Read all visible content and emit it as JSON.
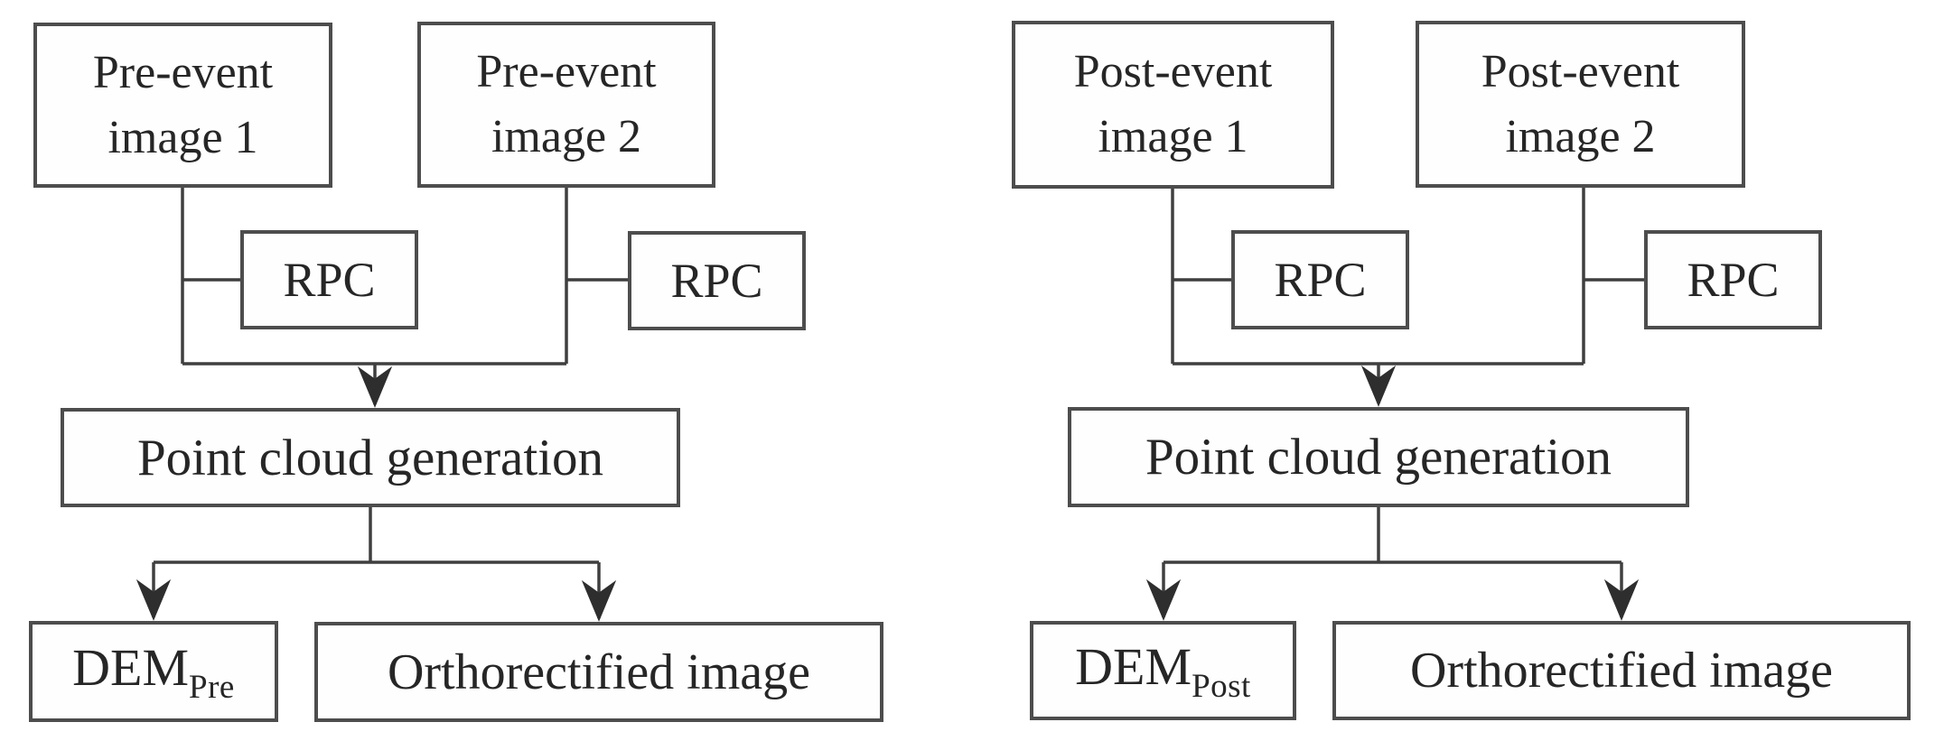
{
  "colors": {
    "background": "#ffffff",
    "box_fill": "#fefefe",
    "border": "#4d4d4d",
    "line": "#3f3f3f",
    "text": "#262626"
  },
  "left_flow": {
    "image1": {
      "line1": "Pre-event",
      "line2": "image 1"
    },
    "image2": {
      "line1": "Pre-event",
      "line2": "image 2"
    },
    "rpc1": "RPC",
    "rpc2": "RPC",
    "point_cloud": "Point cloud generation",
    "dem": {
      "main": "DEM",
      "sub": "Pre"
    },
    "ortho": "Orthorectified image"
  },
  "right_flow": {
    "image1": {
      "line1": "Post-event",
      "line2": "image 1"
    },
    "image2": {
      "line1": "Post-event",
      "line2": "image 2"
    },
    "rpc1": "RPC",
    "rpc2": "RPC",
    "point_cloud": "Point cloud generation",
    "dem": {
      "main": "DEM",
      "sub": "Post"
    },
    "ortho": "Orthorectified image"
  }
}
